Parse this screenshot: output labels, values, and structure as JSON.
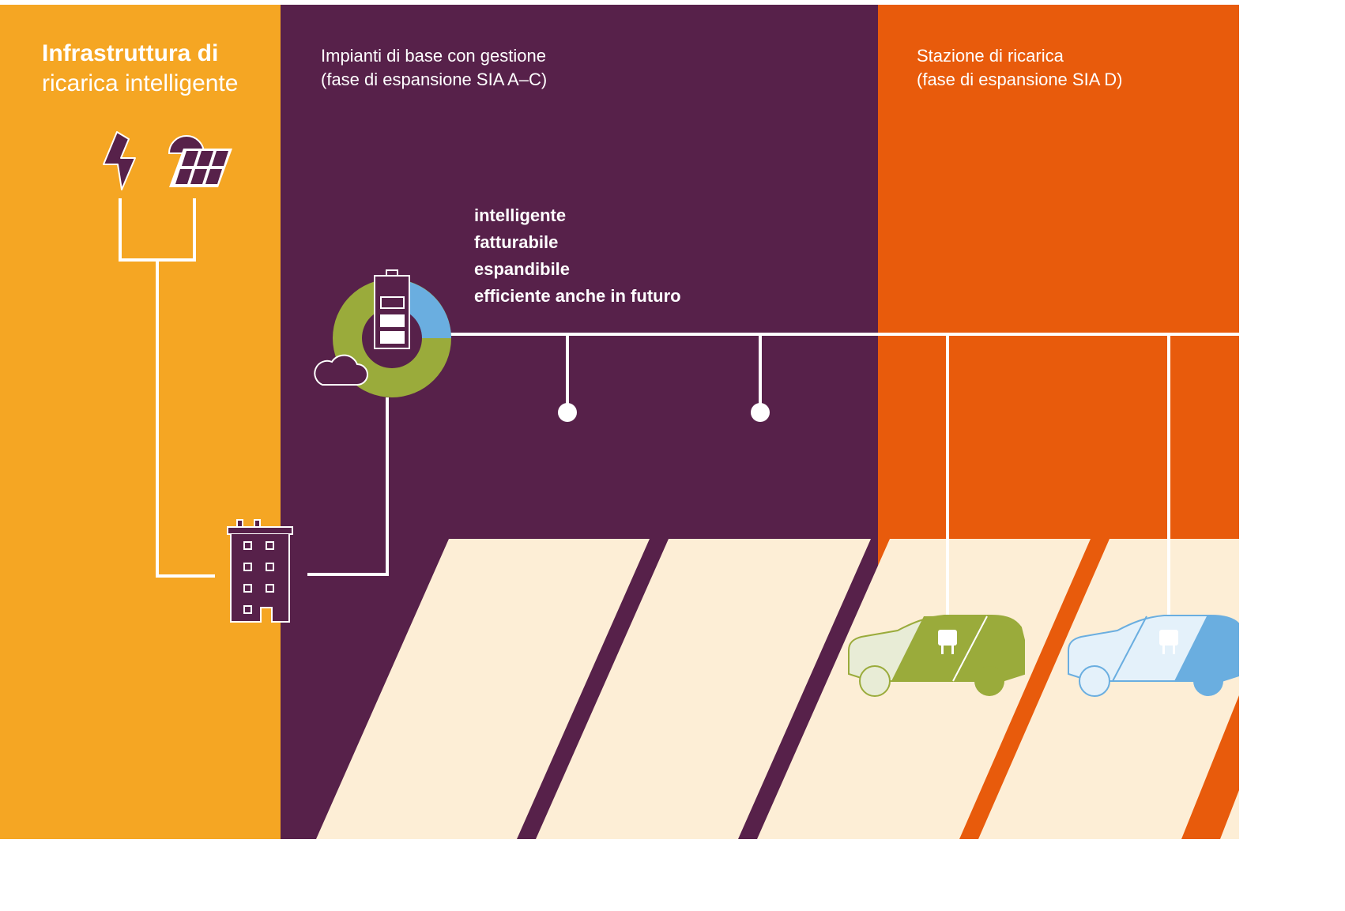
{
  "header": {
    "title_bold": "Infrastruttura di",
    "title_regular": "ricarica intelligente"
  },
  "sections": {
    "basic": {
      "line1": "Impianti di base con gestione",
      "line2": "(fase di espansione SIA A–C)"
    },
    "station": {
      "line1": "Stazione di ricarica",
      "line2": "(fase di espansione SIA D)"
    }
  },
  "features": [
    "intelligente",
    "fatturabile",
    "espandibile",
    "efficiente anche in futuro"
  ],
  "colors": {
    "left_panel": "#F5A623",
    "middle_panel": "#57214A",
    "right_panel": "#E85B0C",
    "parking": "#FDEED6",
    "line": "#FFFFFF",
    "green": "#9AAB3B",
    "blue": "#6AAEE0"
  },
  "icons": [
    "lightning-icon",
    "solar-panel-icon",
    "building-icon",
    "battery-icon",
    "cloud-icon",
    "plug-icon",
    "car-icon"
  ]
}
